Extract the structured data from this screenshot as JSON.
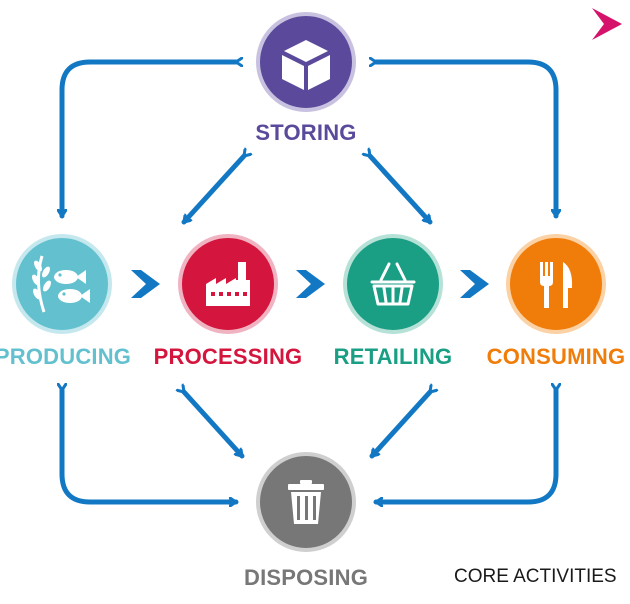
{
  "title": "CORE ACTIVITIES",
  "nodes": {
    "storing": "STORING",
    "producing": "PRODUCING",
    "processing": "PROCESSING",
    "retailing": "RETAILING",
    "consuming": "CONSUMING",
    "disposing": "DISPOSING"
  },
  "colors": {
    "arrow": "#1378c4",
    "chevron": "#1378c4",
    "storing": "#5b4a9b",
    "producing": "#63c1cf",
    "processing": "#d4163e",
    "retailing": "#1a9e84",
    "consuming": "#f07d0a",
    "disposing": "#777777",
    "corner_mark": "#d6136b"
  },
  "icons": {
    "storing": "box-icon",
    "producing": "fish-grain-icon",
    "processing": "factory-icon",
    "retailing": "basket-icon",
    "consuming": "fork-knife-icon",
    "disposing": "trash-can-icon",
    "corner": "chevron-right-icon"
  }
}
